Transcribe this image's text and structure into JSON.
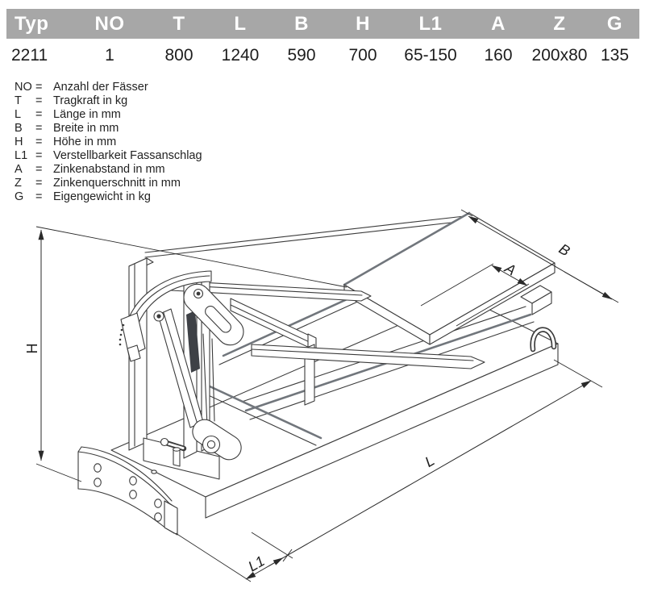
{
  "table": {
    "headers": [
      "Typ",
      "NO",
      "T",
      "L",
      "B",
      "H",
      "L1",
      "A",
      "Z",
      "G"
    ],
    "row": [
      "2211",
      "1",
      "800",
      "1240",
      "590",
      "700",
      "65-150",
      "160",
      "200x80",
      "135"
    ]
  },
  "legend": {
    "equals": "=",
    "items": [
      {
        "symbol": "NO",
        "text": "Anzahl der Fässer"
      },
      {
        "symbol": "T",
        "text": "Tragkraft in kg"
      },
      {
        "symbol": "L",
        "text": "Länge in mm"
      },
      {
        "symbol": "B",
        "text": "Breite in mm"
      },
      {
        "symbol": "H",
        "text": "Höhe in mm"
      },
      {
        "symbol": "L1",
        "text": "Verstellbarkeit Fassanschlag"
      },
      {
        "symbol": "A",
        "text": "Zinkenabstand in mm"
      },
      {
        "symbol": "Z",
        "text": "Zinkenquerschnitt in mm"
      },
      {
        "symbol": "G",
        "text": "Eigengewicht in kg"
      }
    ]
  },
  "drawing": {
    "dim_labels": {
      "H": "H",
      "B": "B",
      "A": "A",
      "L": "L",
      "L1": "L1"
    }
  },
  "colors": {
    "header_bg": "#a7a7a7",
    "header_text": "#ffffff",
    "body_text": "#1d1d1d",
    "line": "#3b3b3b"
  }
}
